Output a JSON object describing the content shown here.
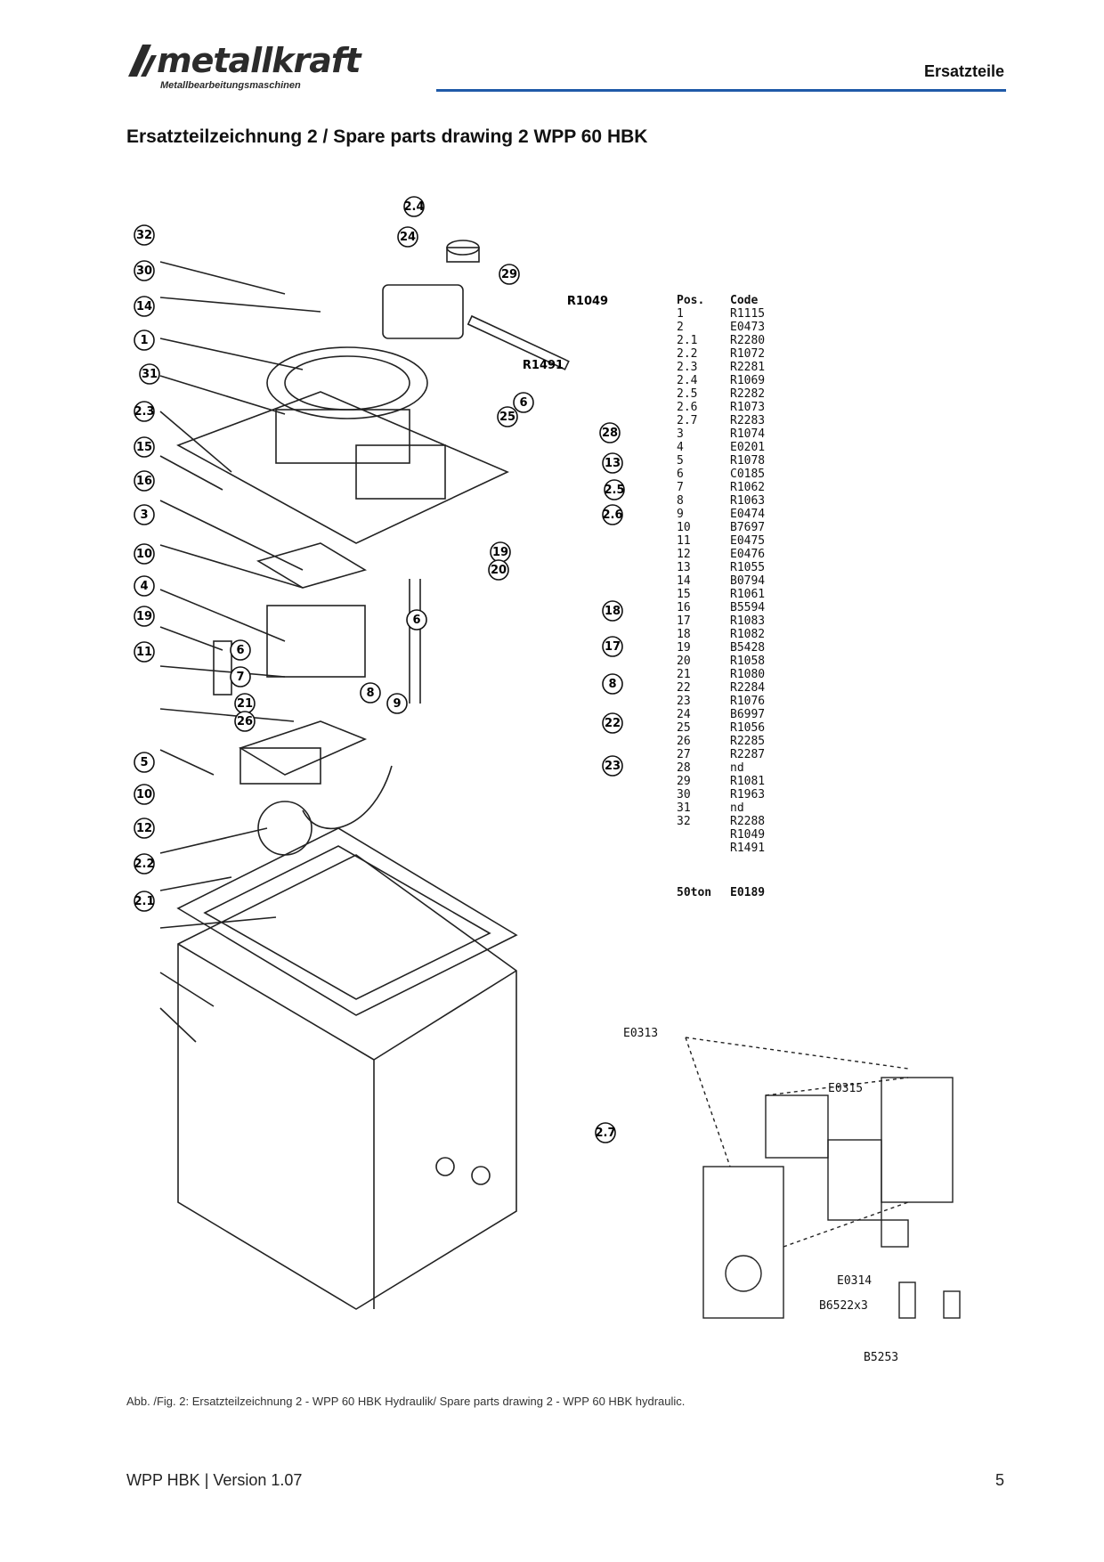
{
  "header": {
    "brand": "metallkraft",
    "brand_sub": "Metallbearbeitungsmaschinen",
    "section": "Ersatzteile"
  },
  "title": "Ersatzteilzeichnung 2 / Spare parts drawing 2 WPP 60 HBK",
  "drawing_labels": {
    "callouts": [
      "32",
      "30",
      "14",
      "1",
      "31",
      "2.3",
      "15",
      "16",
      "3",
      "10",
      "4",
      "19",
      "6",
      "7",
      "11",
      "21",
      "26",
      "5",
      "10",
      "12",
      "2.2",
      "2.1",
      "24",
      "2.4",
      "29",
      "R1049",
      "R1491",
      "6",
      "25",
      "28",
      "13",
      "2.5",
      "2.6",
      "19",
      "20",
      "18",
      "17",
      "8",
      "22",
      "23",
      "6",
      "8",
      "9",
      "2.7"
    ]
  },
  "parts_table": {
    "headers": {
      "pos": "Pos.",
      "code": "Code"
    },
    "rows": [
      {
        "pos": "1",
        "code": "R1115"
      },
      {
        "pos": "2",
        "code": "E0473"
      },
      {
        "pos": "2.1",
        "code": "R2280"
      },
      {
        "pos": "2.2",
        "code": "R1072"
      },
      {
        "pos": "2.3",
        "code": "R2281"
      },
      {
        "pos": "2.4",
        "code": "R1069"
      },
      {
        "pos": "2.5",
        "code": "R2282"
      },
      {
        "pos": "2.6",
        "code": "R1073"
      },
      {
        "pos": "2.7",
        "code": "R2283"
      },
      {
        "pos": "3",
        "code": "R1074"
      },
      {
        "pos": "4",
        "code": "E0201"
      },
      {
        "pos": "5",
        "code": "R1078"
      },
      {
        "pos": "6",
        "code": "C0185"
      },
      {
        "pos": "7",
        "code": "R1062"
      },
      {
        "pos": "8",
        "code": "R1063"
      },
      {
        "pos": "9",
        "code": "E0474"
      },
      {
        "pos": "10",
        "code": "B7697"
      },
      {
        "pos": "11",
        "code": "E0475"
      },
      {
        "pos": "12",
        "code": "E0476"
      },
      {
        "pos": "13",
        "code": "R1055"
      },
      {
        "pos": "14",
        "code": "B0794"
      },
      {
        "pos": "15",
        "code": "R1061"
      },
      {
        "pos": "16",
        "code": "B5594"
      },
      {
        "pos": "17",
        "code": "R1083"
      },
      {
        "pos": "18",
        "code": "R1082"
      },
      {
        "pos": "19",
        "code": "B5428"
      },
      {
        "pos": "20",
        "code": "R1058"
      },
      {
        "pos": "21",
        "code": "R1080"
      },
      {
        "pos": "22",
        "code": "R2284"
      },
      {
        "pos": "23",
        "code": "R1076"
      },
      {
        "pos": "24",
        "code": "B6997"
      },
      {
        "pos": "25",
        "code": "R1056"
      },
      {
        "pos": "26",
        "code": "R2285"
      },
      {
        "pos": "27",
        "code": "R2287"
      },
      {
        "pos": "28",
        "code": "nd"
      },
      {
        "pos": "29",
        "code": "R1081"
      },
      {
        "pos": "30",
        "code": "R1963"
      },
      {
        "pos": "31",
        "code": "nd"
      },
      {
        "pos": "32",
        "code": "R2288"
      },
      {
        "pos": "",
        "code": "R1049"
      },
      {
        "pos": "",
        "code": "R1491"
      }
    ],
    "extra": {
      "pos": "50ton",
      "code": "E0189"
    }
  },
  "electrical": {
    "labels": [
      "E0313",
      "E0315",
      "E0314",
      "B6522x3",
      "B5253"
    ]
  },
  "caption": "Abb. /Fig. 2: Ersatzteilzeichnung 2 - WPP 60 HBK Hydraulik/ Spare parts drawing  2 - WPP 60 HBK hydraulic.",
  "footer": {
    "doc": "WPP HBK | Version 1.07",
    "page": "5"
  },
  "colors": {
    "accent": "#1f5aa8",
    "ink": "#111111"
  }
}
